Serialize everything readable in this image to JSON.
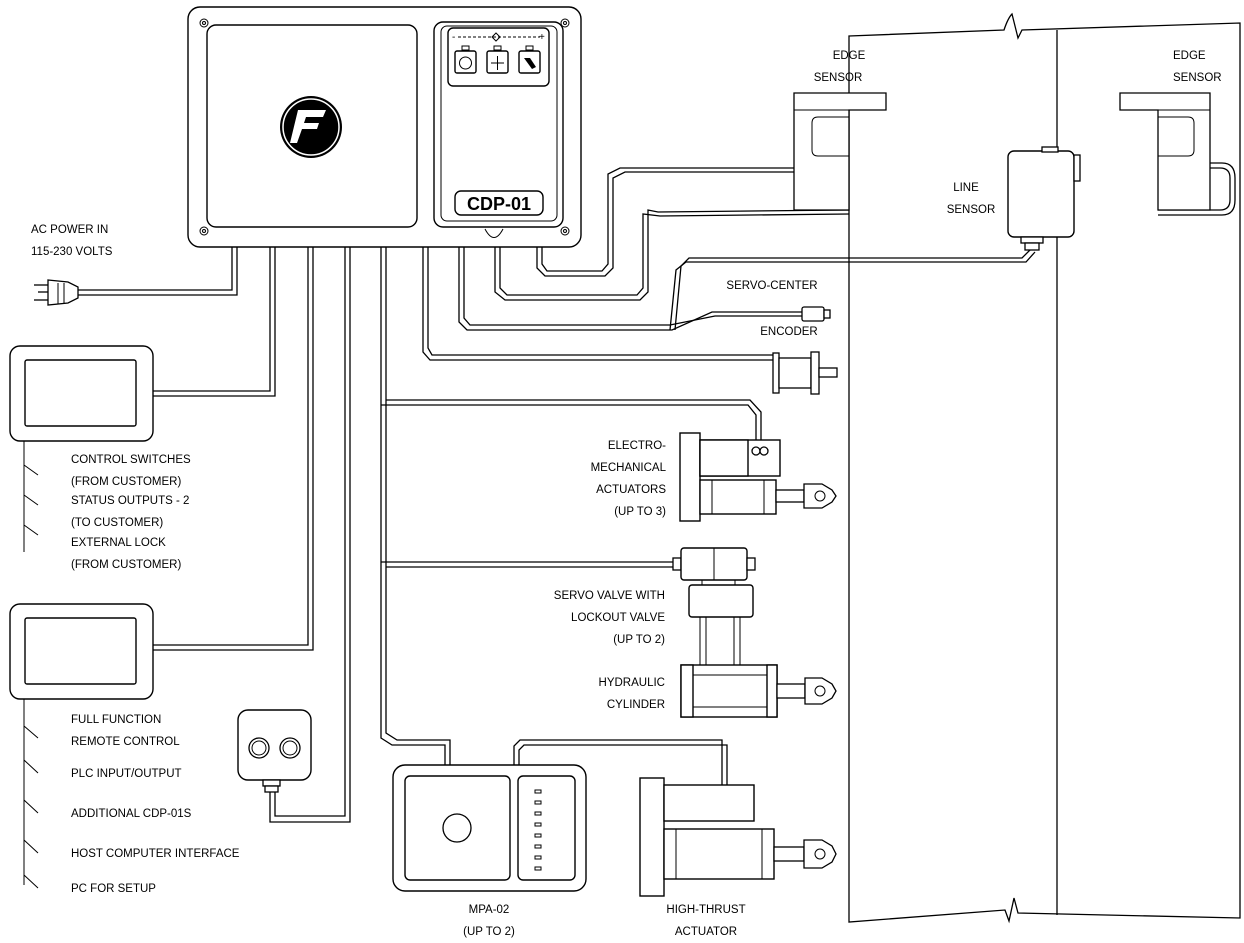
{
  "controller": {
    "model_label": "CDP-01",
    "logo_text": "FIFE"
  },
  "labels": {
    "ac_power_line1": "AC POWER IN",
    "ac_power_line2": "115-230 VOLTS",
    "edge_sensor_left_1": "EDGE",
    "edge_sensor_left_2": "SENSOR",
    "edge_sensor_right_1": "EDGE",
    "edge_sensor_right_2": "SENSOR",
    "line_sensor_1": "LINE",
    "line_sensor_2": "SENSOR",
    "servo_center": "SERVO-CENTER",
    "encoder": "ENCODER",
    "em_act_1": "ELECTRO-",
    "em_act_2": "MECHANICAL",
    "em_act_3": "ACTUATORS",
    "em_act_4": "(UP TO 3)",
    "servo_valve_1": "SERVO VALVE WITH",
    "servo_valve_2": "LOCKOUT VALVE",
    "servo_valve_3": "(UP TO 2)",
    "hyd_cyl_1": "HYDRAULIC",
    "hyd_cyl_2": "CYLINDER",
    "mpa_1": "MPA-02",
    "mpa_2": "(UP TO 2)",
    "high_thrust_1": "HIGH-THRUST",
    "high_thrust_2": "ACTUATOR"
  },
  "io_box_1_items": [
    "CONTROL SWITCHES",
    "(FROM CUSTOMER)",
    "STATUS OUTPUTS - 2",
    "(TO CUSTOMER)",
    "EXTERNAL LOCK",
    "(FROM CUSTOMER)"
  ],
  "io_box_2_items": [
    "FULL FUNCTION",
    "REMOTE CONTROL",
    "PLC INPUT/OUTPUT",
    "ADDITIONAL CDP-01S",
    "HOST COMPUTER INTERFACE",
    "PC FOR SETUP"
  ],
  "display_scale": {
    "minus": "-",
    "plus": "+"
  }
}
